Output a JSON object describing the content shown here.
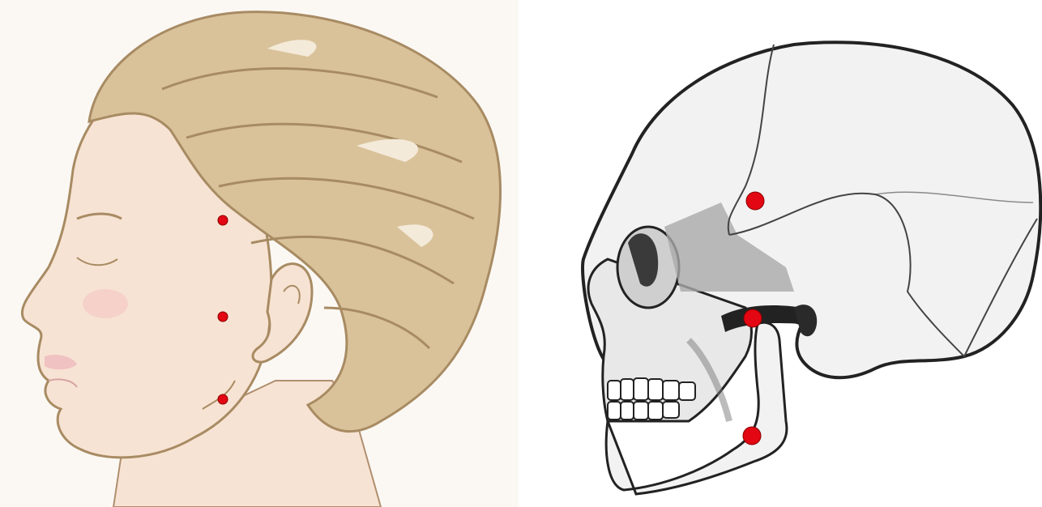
{
  "figure": {
    "panels": [
      {
        "id": "face-profile",
        "illustration": "woman-head-side-profile",
        "colors": {
          "skin": "#f7e3d3",
          "hair": "#d9c29a",
          "outline": "#a88b63",
          "marker": "#e30613"
        },
        "markers": [
          {
            "name": "temple-point"
          },
          {
            "name": "cheek-point"
          },
          {
            "name": "jaw-angle-point"
          }
        ]
      },
      {
        "id": "skull-lateral",
        "illustration": "human-skull-lateral-view",
        "colors": {
          "bone": "#f2f2f2",
          "shade": "#b8b8b8",
          "outline": "#222222",
          "marker": "#e30613"
        },
        "markers": [
          {
            "name": "temple-point"
          },
          {
            "name": "tmj-point"
          },
          {
            "name": "mandible-angle-point"
          }
        ]
      }
    ]
  }
}
